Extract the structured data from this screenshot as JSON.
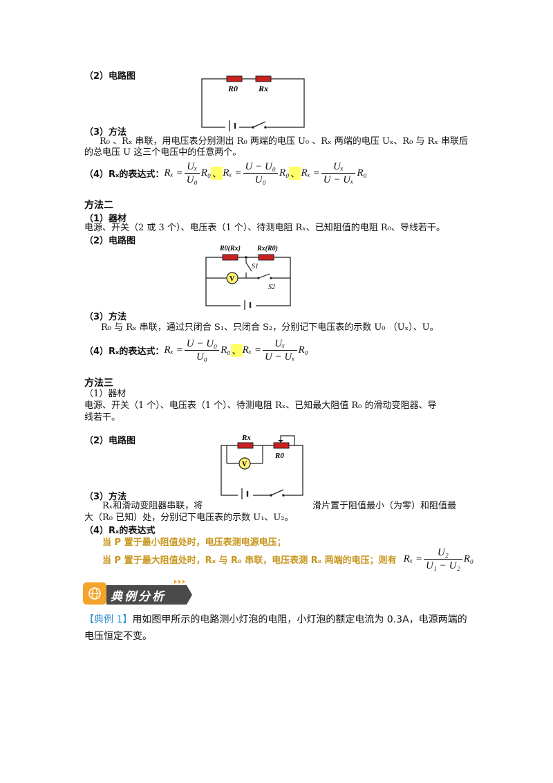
{
  "m1": {
    "circuit_heading": "（2）电路图",
    "circuit_labels": [
      "R0",
      "Rx"
    ],
    "method_heading": "（3）方法",
    "method_line1": "R₀ 、Rₓ 串联，用电压表分别测出 R₀ 两端的电压 U₀ 、Rₓ 两端的电压 Uₓ、R₀ 与 Rₓ 串联后",
    "method_line2": "的总电压 U 这三个电压中的任意两个。",
    "expr_heading": "（4）Rₓ的表达式：",
    "expr": {
      "lhs": "Rₓ =",
      "f1_num": "Uₓ",
      "f1_den": "U₀",
      "f1_tail": "R₀",
      "sep": "、",
      "f2_num": "U − U₀",
      "f2_den": "U₀",
      "f2_tail": "R₀",
      "f3_num": "Uₓ",
      "f3_den": "U − Uₓ",
      "f3_tail": "R₀"
    }
  },
  "m2": {
    "title": "方法二",
    "equip_heading": "（1）器材",
    "equip_text": "电源、开关（2 或 3 个）、电压表（1 个）、待测电阻 Rₓ、已知阻值的电阻 R₀、导线若干。",
    "circuit_heading": "（2）电路图",
    "circuit_labels": [
      "R0(Rx)",
      "Rx(R0)",
      "S1",
      "S2",
      "V"
    ],
    "method_heading": "（3）方法",
    "method_text": "R₀ 与 Rₓ 串联，通过只闭合 S₁、只闭合 S₂，分别记下电压表的示数 U₀ （Uₓ）、U。",
    "expr_heading": "（4）Rₓ的表达式：",
    "expr": {
      "lhs": "Rₓ =",
      "f1_num": "U − U₀",
      "f1_den": "U₀",
      "f1_tail": "R₀",
      "sep": "、",
      "f2_num": "Uₓ",
      "f2_den": "U − Uₓ",
      "f2_tail": "R₀"
    }
  },
  "m3": {
    "title": "方法三",
    "equip_heading": "（1）器材",
    "equip_line1": "电源、开关（1 个）、电压表（1 个）、待测电阻 Rₓ、已知最大阻值 R₀ 的滑动变阻器、导",
    "equip_line2": "线若干。",
    "circuit_heading": "（2）电路图",
    "circuit_labels": [
      "Rx",
      "R0",
      "V"
    ],
    "method_heading": "（3）方法",
    "method_part1": "Rₓ和滑动变阻器串联，将",
    "method_part2": "滑片置于阻值最小（为零）和阻值最",
    "method_line2": "大（R₀ 已知）处，分别记下电压表的示数 U₁、U₂。",
    "expr_heading": "（4）Rₓ的表达式",
    "case1": "当 P 置于最小阻值处时，电压表测电源电压；",
    "case2": "当 P 置于最大阻值处时，Rₓ 与 R₀ 串联，电压表测 Rₓ 两端的电压；则有",
    "expr": {
      "lhs": "Rₓ =",
      "num": "U₂",
      "den": "U₁ − U₂",
      "tail": "R₀"
    }
  },
  "example_banner": {
    "title": "典例分析",
    "icon": "globe-icon"
  },
  "example": {
    "tag": "【典例 1】",
    "line1": "用如图甲所示的电路测小灯泡的电阻，小灯泡的额定电流为 0.3A，电源两端的",
    "line2": "电压恒定不变。"
  },
  "colors": {
    "resistor": "#cc2020",
    "gold": "#c8961e",
    "banner": "#f3a42a",
    "highlight": "#ffff66"
  }
}
